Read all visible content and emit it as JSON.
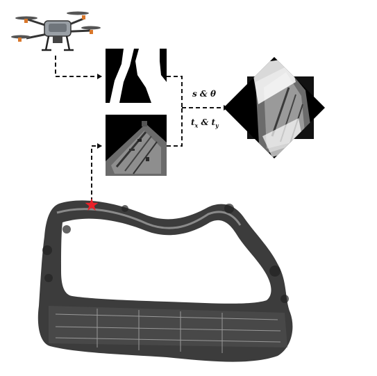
{
  "labels": {
    "scale_rotation": "s & θ",
    "translation_t": "t",
    "translation_x_sub": "x",
    "translation_amp": " & ",
    "translation_y_sub": "y"
  },
  "marker": {
    "color": "#e8222a"
  },
  "colors": {
    "arrow": "#111111",
    "map_dark": "#3a3a3a",
    "map_road": "#8a8a8a"
  }
}
